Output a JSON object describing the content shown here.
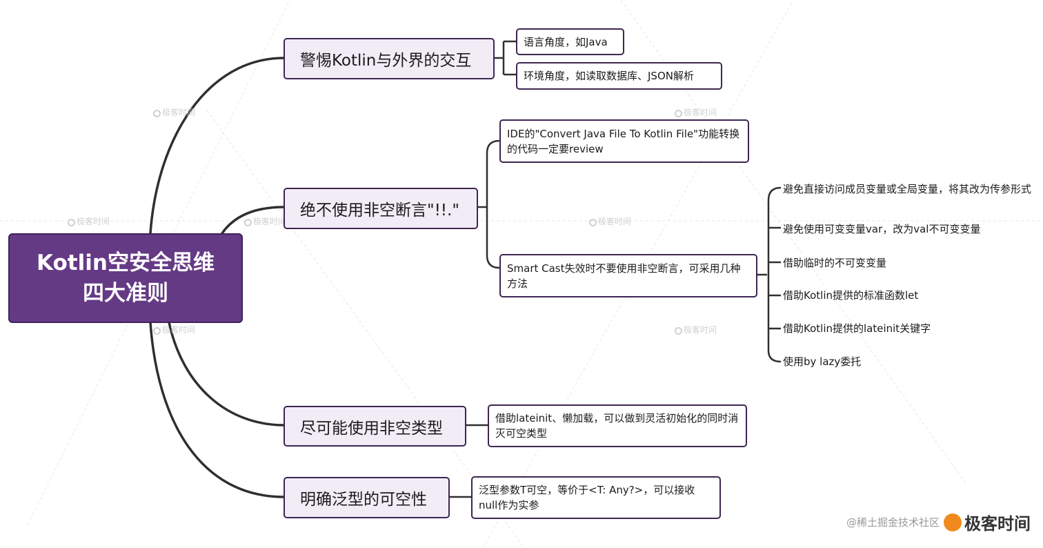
{
  "root": {
    "line1": "Kotlin空安全思维",
    "line2": "四大准则"
  },
  "branches": [
    {
      "label": "警惕Kotlin与外界的交互",
      "children": [
        "语言角度，如Java",
        "环境角度，如读取数据库、JSON解析"
      ]
    },
    {
      "label": "绝不使用非空断言\"!!.\"",
      "children": [
        "IDE的\"Convert Java File To Kotlin File\"功能转换的代码一定要review",
        "Smart Cast失效时不要使用非空断言，可采用几种方法"
      ]
    },
    {
      "label": "尽可能使用非空类型",
      "children": [
        "借助lateinit、懒加载，可以做到灵活初始化的同时消灭可空类型"
      ]
    },
    {
      "label": "明确泛型的可空性",
      "children": [
        "泛型参数T可空，等价于<T: Any?>，可以接收null作为实参"
      ]
    }
  ],
  "methods": [
    "避免直接访问成员变量或全局变量，将其改为传参形式",
    "避免使用可变变量var，改为val不可变变量",
    "借助临时的不可变变量",
    "借助Kotlin提供的标准函数let",
    "借助Kotlin提供的lateinit关键字",
    "使用by lazy委托"
  ],
  "watermark": "极客时间",
  "footer": {
    "source": "@稀土掘金技术社区",
    "logo": "极客时间"
  },
  "colors": {
    "root_fill": "#653a85",
    "branch_fill": "#f2ecf7",
    "border": "#3d2550",
    "line": "#2f2f2f"
  }
}
